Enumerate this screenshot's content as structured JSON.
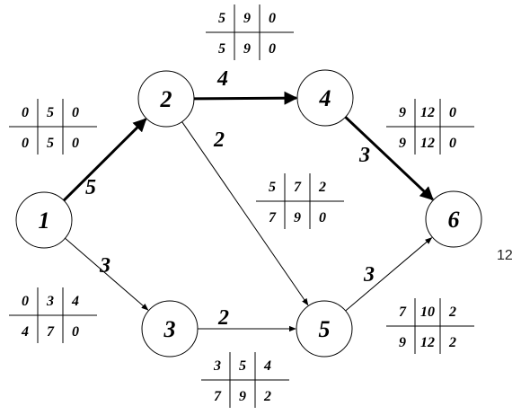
{
  "nodes": [
    {
      "id": "1",
      "label": "1"
    },
    {
      "id": "2",
      "label": "2"
    },
    {
      "id": "3",
      "label": "3"
    },
    {
      "id": "4",
      "label": "4"
    },
    {
      "id": "5",
      "label": "5"
    },
    {
      "id": "6",
      "label": "6"
    }
  ],
  "edges": [
    {
      "from": "1",
      "to": "2",
      "weight": "5",
      "critical": true
    },
    {
      "from": "1",
      "to": "3",
      "weight": "3",
      "critical": false
    },
    {
      "from": "2",
      "to": "4",
      "weight": "4",
      "critical": true
    },
    {
      "from": "2",
      "to": "5",
      "weight": "2",
      "critical": false
    },
    {
      "from": "3",
      "to": "5",
      "weight": "2",
      "critical": false
    },
    {
      "from": "4",
      "to": "6",
      "weight": "3",
      "critical": true
    },
    {
      "from": "5",
      "to": "6",
      "weight": "3",
      "critical": false
    }
  ],
  "tables": [
    {
      "node": "1",
      "top": [
        "0",
        "5",
        "0"
      ],
      "bottom": [
        "0",
        "5",
        "0"
      ]
    },
    {
      "node": "2",
      "top": [
        "5",
        "9",
        "0"
      ],
      "bottom": [
        "5",
        "9",
        "0"
      ]
    },
    {
      "node": "3",
      "top": [
        "0",
        "3",
        "4"
      ],
      "bottom": [
        "4",
        "7",
        "0"
      ]
    },
    {
      "node": "4",
      "top": [
        "9",
        "12",
        "0"
      ],
      "bottom": [
        "9",
        "12",
        "0"
      ]
    },
    {
      "node": "5",
      "top": [
        "5",
        "7",
        "2"
      ],
      "bottom": [
        "7",
        "9",
        "0"
      ]
    },
    {
      "node": "5b",
      "top": [
        "3",
        "5",
        "4"
      ],
      "bottom": [
        "7",
        "9",
        "2"
      ]
    },
    {
      "node": "6",
      "top": [
        "7",
        "10",
        "2"
      ],
      "bottom": [
        "9",
        "12",
        "2"
      ]
    }
  ],
  "total": "12"
}
